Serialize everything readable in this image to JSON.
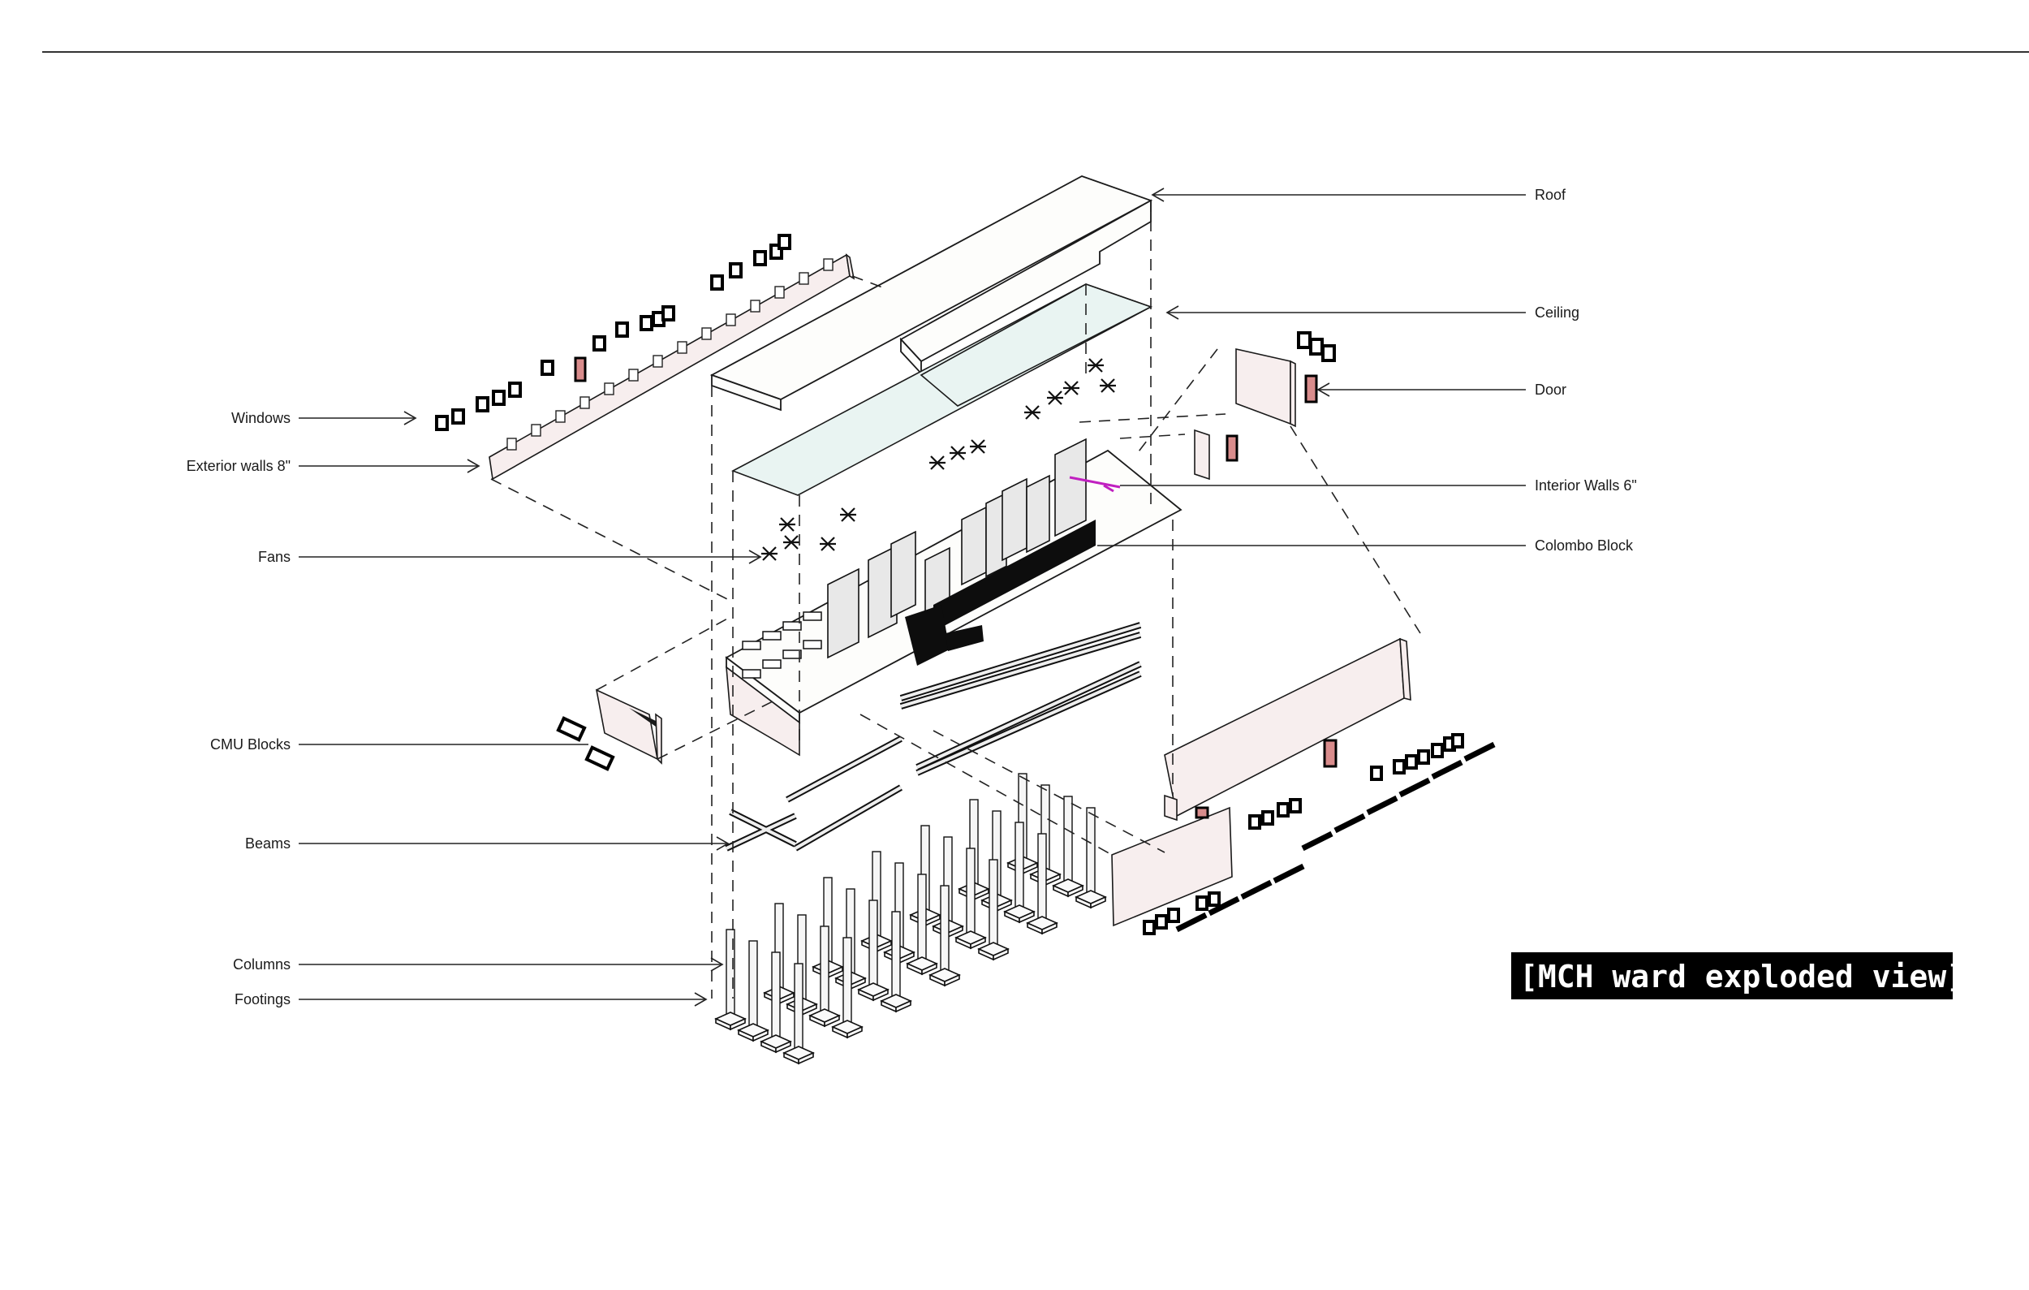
{
  "title": "[MCH ward exploded view]",
  "labels_left": {
    "windows": "Windows",
    "exterior_walls": "Exterior walls 8\"",
    "fans": "Fans",
    "cmu_blocks": "CMU Blocks",
    "beams": "Beams",
    "columns": "Columns",
    "footings": "Footings"
  },
  "labels_right": {
    "roof": "Roof",
    "ceiling": "Ceiling",
    "door": "Door",
    "interior_walls": "Interior Walls 6\"",
    "colombo_block": "Colombo Block"
  },
  "colors": {
    "wall_fill": "#f7eeee",
    "ceiling_fill": "#e9f4f2",
    "door_fill": "#d98c8c",
    "accent_magenta": "#c020c0",
    "title_bg": "#000000",
    "title_text": "#ffffff"
  }
}
